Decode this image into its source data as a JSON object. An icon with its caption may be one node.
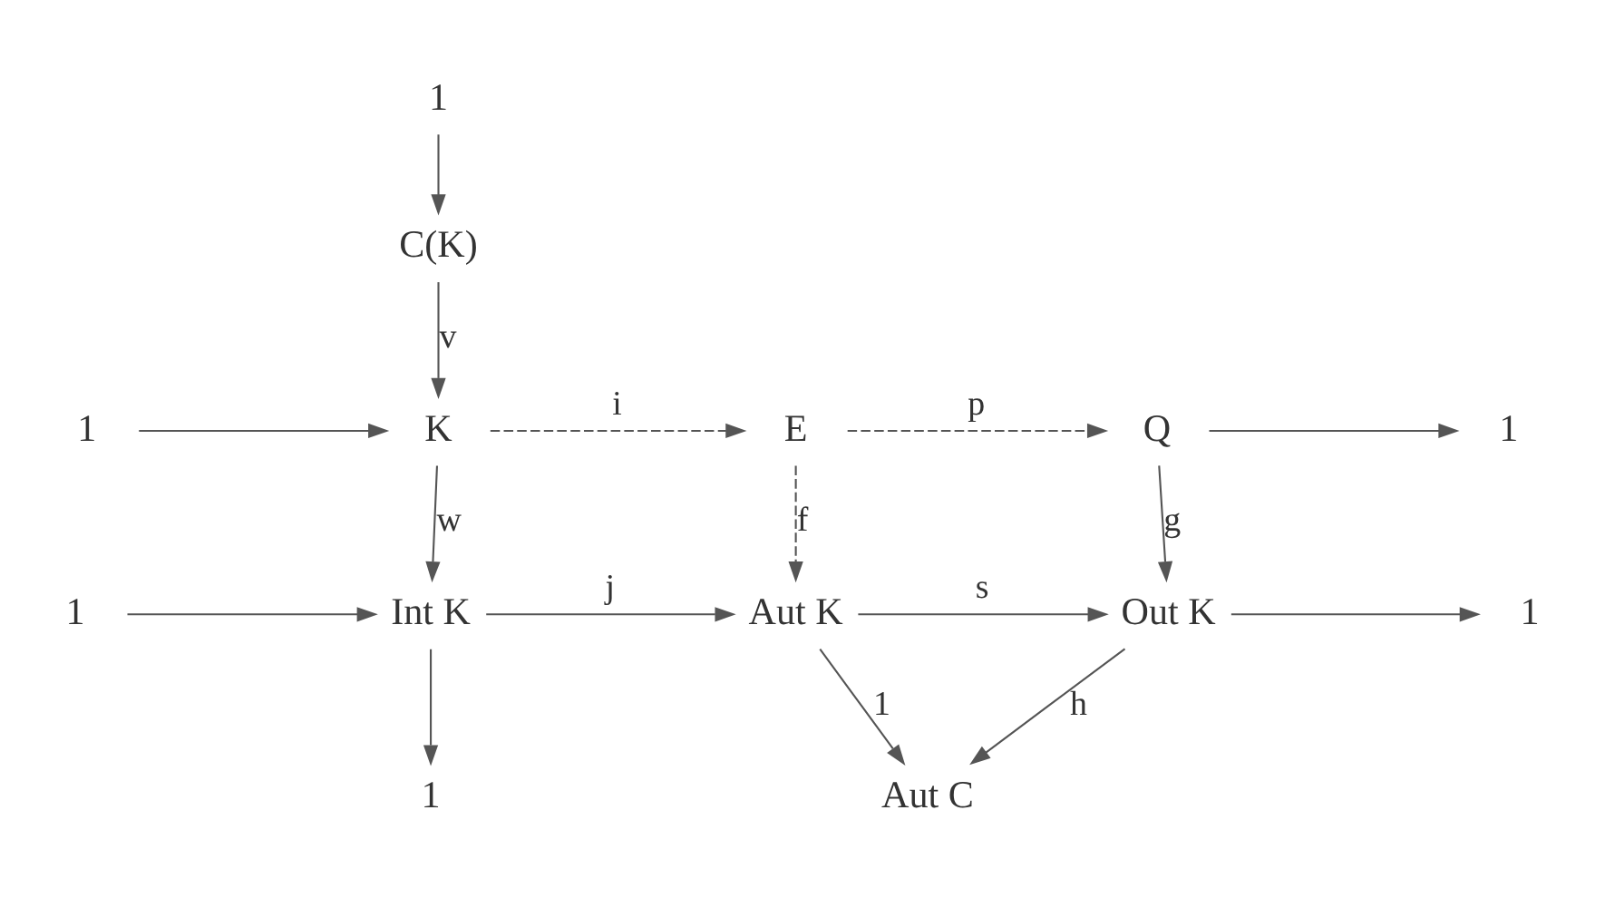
{
  "diagram": {
    "nodes": [
      {
        "text": [
          "1"
        ]
      },
      {
        "text": [
          "C(K)"
        ]
      },
      {
        "text": [
          "1"
        ]
      },
      {
        "text": [
          "K"
        ]
      },
      {
        "text": [
          "E"
        ]
      },
      {
        "text": [
          "Q"
        ]
      },
      {
        "text": [
          "1"
        ]
      },
      {
        "text": [
          "1"
        ]
      },
      {
        "text": [
          "Int K"
        ]
      },
      {
        "text": [
          "Aut K"
        ]
      },
      {
        "text": [
          "Out K"
        ]
      },
      {
        "text": [
          "1"
        ]
      },
      {
        "text": [
          "1"
        ]
      },
      {
        "text": [
          "Aut C"
        ]
      }
    ],
    "edges": [
      {
        "from": 0,
        "to": 1,
        "arrow": "to"
      },
      {
        "from": 1,
        "to": 3,
        "arrow": "to",
        "label": "v"
      },
      {
        "from": 2,
        "to": 3,
        "arrow": "to"
      },
      {
        "from": 3,
        "to": 4,
        "arrow": "to",
        "label": "i",
        "style": "dashed"
      },
      {
        "from": 4,
        "to": 5,
        "arrow": "to",
        "label": "p",
        "style": "dashed"
      },
      {
        "from": 5,
        "to": 6,
        "arrow": "to"
      },
      {
        "from": 3,
        "to": 8,
        "arrow": "to",
        "label": "w"
      },
      {
        "from": 4,
        "to": 9,
        "arrow": "to",
        "label": "f",
        "style": "dashed"
      },
      {
        "from": 5,
        "to": 10,
        "arrow": "to",
        "label": "g"
      },
      {
        "from": 7,
        "to": 8,
        "arrow": "to"
      },
      {
        "from": 8,
        "to": 9,
        "arrow": "to",
        "label": "j"
      },
      {
        "from": 9,
        "to": 10,
        "arrow": "to",
        "label": "s"
      },
      {
        "from": 10,
        "to": 11,
        "arrow": "to"
      },
      {
        "from": 8,
        "to": 12,
        "arrow": "to"
      },
      {
        "from": 9,
        "to": 13,
        "arrow": "to",
        "label": "1"
      },
      {
        "from": 10,
        "to": 13,
        "arrow": "to",
        "label": "h"
      }
    ]
  }
}
